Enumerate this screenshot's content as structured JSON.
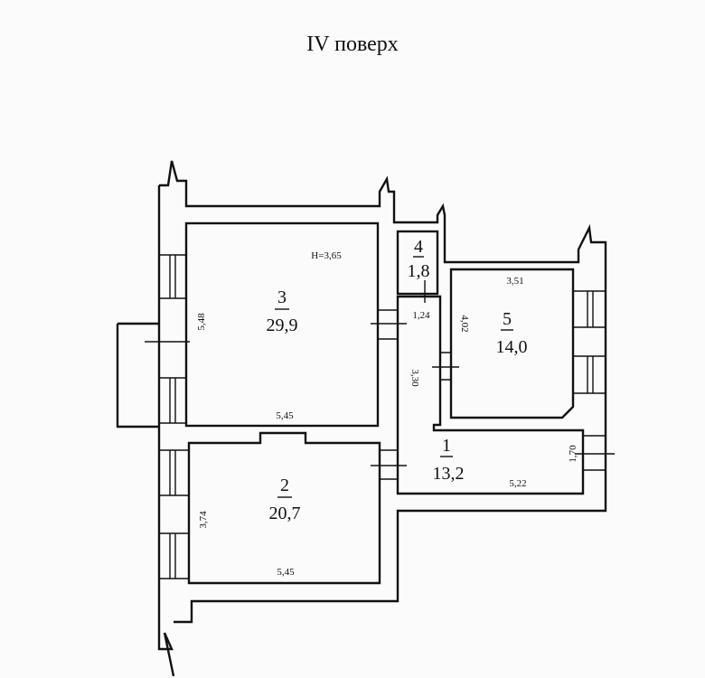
{
  "title": "IV поверх",
  "ceiling_height": "H=3,65",
  "rooms": [
    {
      "number": "1",
      "area": "13,2"
    },
    {
      "number": "2",
      "area": "20,7"
    },
    {
      "number": "3",
      "area": "29,9"
    },
    {
      "number": "4",
      "area": "1,8"
    },
    {
      "number": "5",
      "area": "14,0"
    }
  ],
  "dimensions": {
    "room3_height": "5,48",
    "room3_width": "5,45",
    "room2_height": "3,74",
    "room2_width": "5,45",
    "corridor_width": "1,24",
    "corridor_length": "3,30",
    "room5_width": "3,51",
    "room5_height": "4,02",
    "room1_width": "5,22",
    "room1_height": "1,70"
  }
}
